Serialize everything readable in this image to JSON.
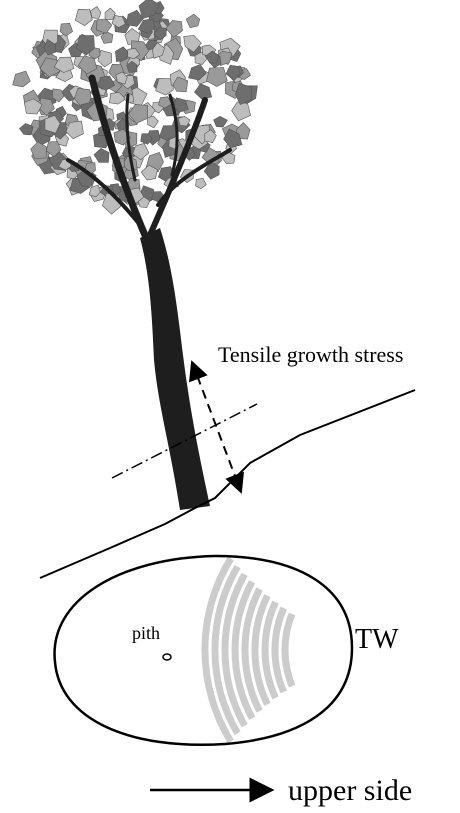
{
  "labels": {
    "tensile_stress": "Tensile growth stress",
    "pith": "pith",
    "tension_wood": "TW",
    "upper_side": "upper side"
  },
  "colors": {
    "foliage_light": "#bdbdbd",
    "foliage_mid": "#9a9a9a",
    "foliage_dark": "#6e6e6e",
    "trunk": "#1e1e1e",
    "tension_wood": "#cccccc",
    "line": "#000000"
  },
  "icons": {
    "stress_arrow": "double-headed-arrow",
    "direction_arrow": "right-arrow"
  }
}
